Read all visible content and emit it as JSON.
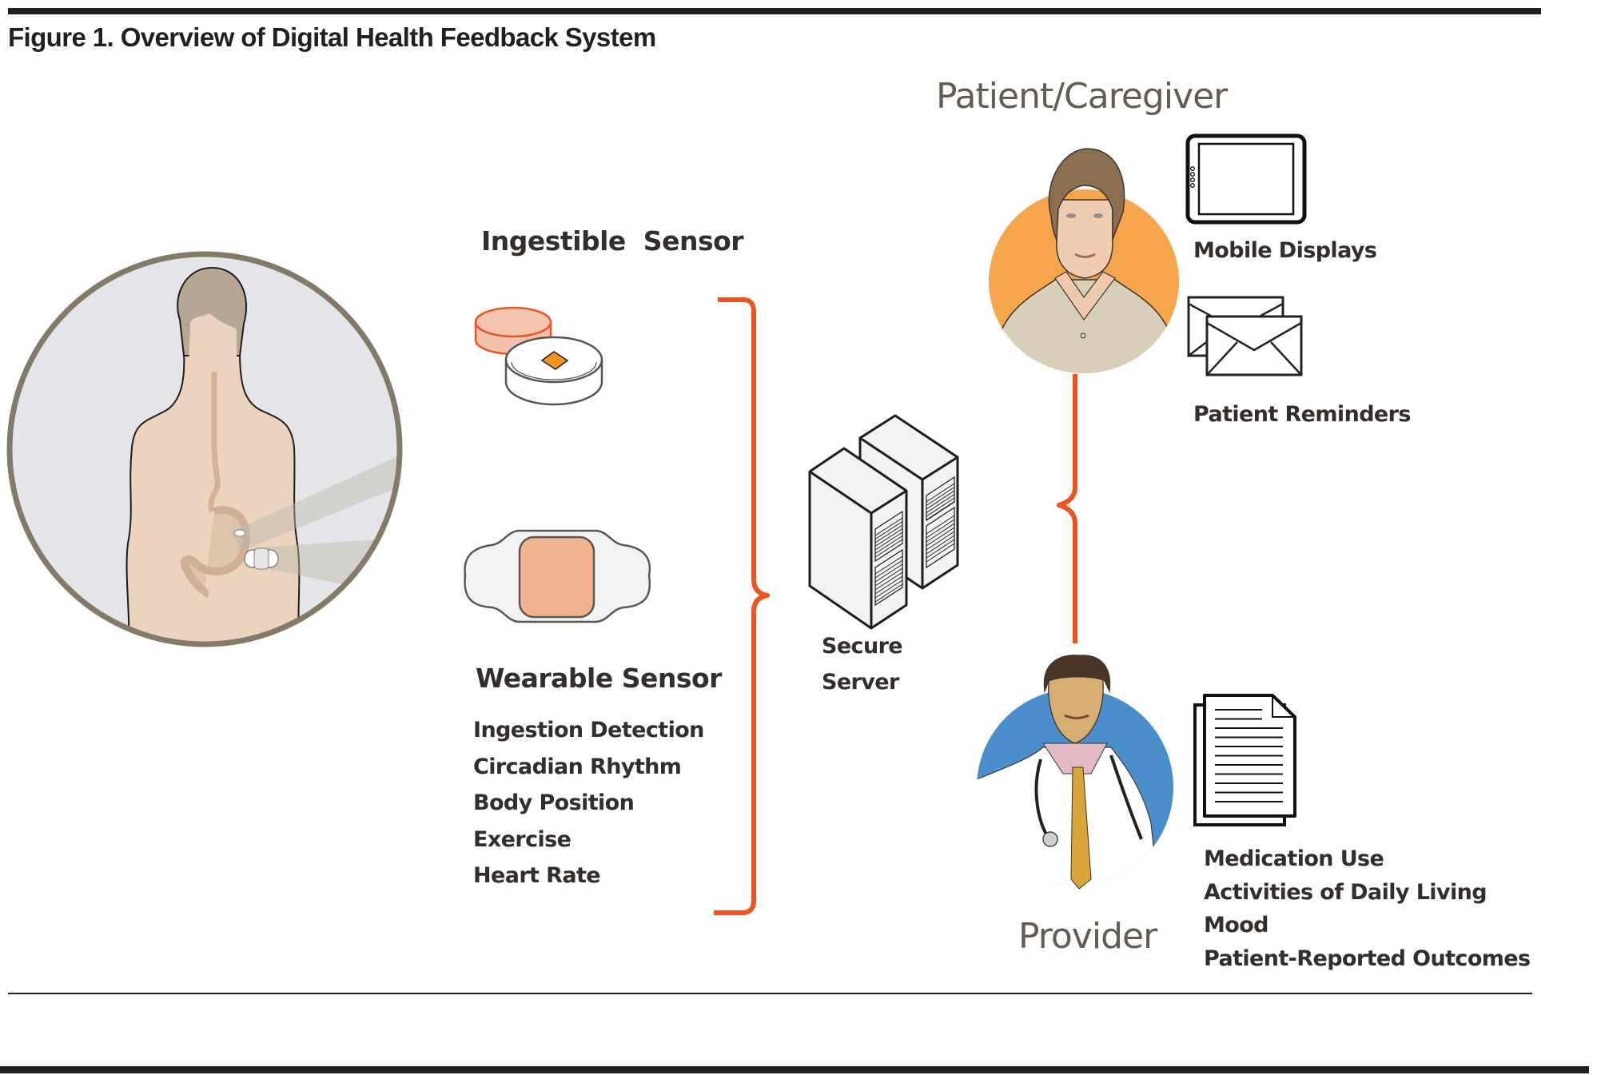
{
  "figure": {
    "title": "Figure 1. Overview of Digital Health Feedback System"
  },
  "sensors": {
    "ingestible": {
      "heading": "Ingestible  Sensor",
      "icon": "pill-icon"
    },
    "wearable": {
      "heading": "Wearable Sensor",
      "icon": "patch-icon",
      "measures": [
        "Ingestion Detection",
        "Circadian Rhythm",
        "Body Position",
        "Exercise",
        "Heart Rate"
      ]
    },
    "body_illustration": "patient-body-icon"
  },
  "server": {
    "label_line1": "Secure",
    "label_line2": "Server",
    "icon": "server-rack-icon"
  },
  "patient": {
    "role": "Patient/Caregiver",
    "avatar_bg": "#f7a54a",
    "outputs": [
      {
        "icon": "tablet-icon",
        "label": "Mobile Displays"
      },
      {
        "icon": "envelope-icon",
        "label": "Patient Reminders"
      }
    ]
  },
  "provider": {
    "role": "Provider",
    "avatar_bg": "#4a8fcc",
    "document_icon": "document-icon",
    "data_items": [
      "Medication Use",
      "Activities of Daily Living",
      "Mood",
      "Patient-Reported Outcomes"
    ]
  },
  "colors": {
    "connector": "#ee5322",
    "text": "#332d2b",
    "role_text": "#625c53",
    "rule": "#231f20"
  }
}
